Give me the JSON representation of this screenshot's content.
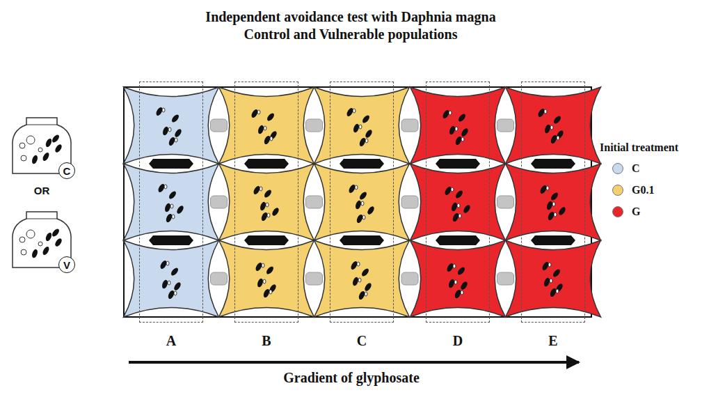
{
  "diagram": {
    "title": "Independent avoidance test with Daphnia magna Control and Vulnerable populations",
    "nodes": [
      {
        "text": [
          "C"
        ]
      },
      {
        "text": [
          "V"
        ]
      },
      {
        "text": [
          "A"
        ]
      },
      {
        "text": [
          "B"
        ]
      },
      {
        "text": [
          "C"
        ]
      },
      {
        "text": [
          "D"
        ]
      },
      {
        "text": [
          "E"
        ]
      }
    ],
    "labels": [
      "OR",
      "Initial treatment",
      "Gradient of glyphosate"
    ],
    "legend": [
      {
        "text": "C",
        "color": "#c9daee"
      },
      {
        "text": "G0.1",
        "color": "#f5d06f"
      },
      {
        "text": "G",
        "color": "#e8262c"
      }
    ]
  }
}
